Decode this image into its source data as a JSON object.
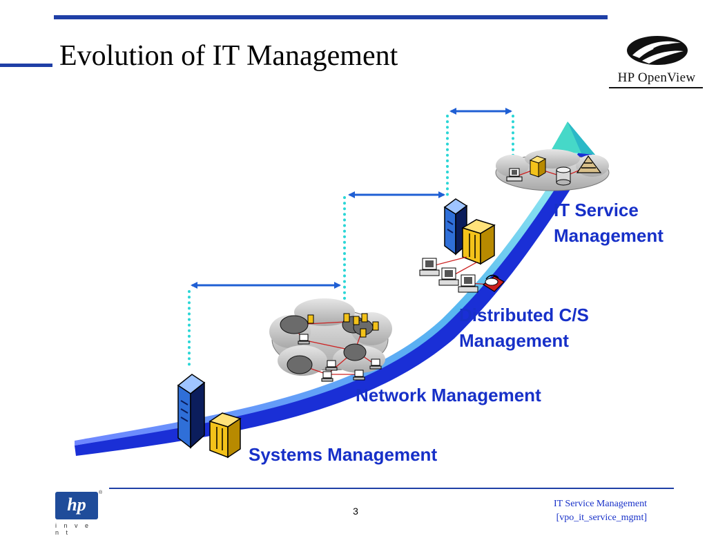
{
  "slide": {
    "title": "Evolution of IT Management",
    "brand": {
      "name": "HP OpenView",
      "colors": {
        "primary": "#1f3fa6",
        "logo_dark": "#111111"
      }
    }
  },
  "diagram": {
    "stages": [
      {
        "label_line1": "Systems Management",
        "label_line2": "",
        "color": "#1730c8"
      },
      {
        "label_line1": "Network Management",
        "label_line2": "",
        "color": "#1730c8"
      },
      {
        "label_line1": "Distributed C/S",
        "label_line2": "Management",
        "color": "#1730c8"
      },
      {
        "label_line1": "IT Service",
        "label_line2": "Management",
        "color": "#1730c8"
      }
    ],
    "colors": {
      "ribbon_dark": "#1a2fd6",
      "ribbon_light": "#54e3e0",
      "arrow": "#1f5fd4",
      "guide_dots": "#2ad6d6",
      "server_blue": "#3f7fd8",
      "server_yellow": "#f3c21a",
      "cloud_gray": "#c9c9c9",
      "link_red": "#cc2222"
    },
    "icons": [
      "tower-server-icon",
      "cabinet-server-icon",
      "workstation-icon",
      "cloud-icon",
      "telephone-icon",
      "database-icon",
      "pyramid-icon",
      "arrow-icon"
    ]
  },
  "footer": {
    "logo_text": "hp",
    "logo_tagline": "i n v e n t",
    "registered_mark": "®",
    "page_number": "3",
    "right_line1": "IT Service Management",
    "right_line2": "[vpo_it_service_mgmt]"
  }
}
